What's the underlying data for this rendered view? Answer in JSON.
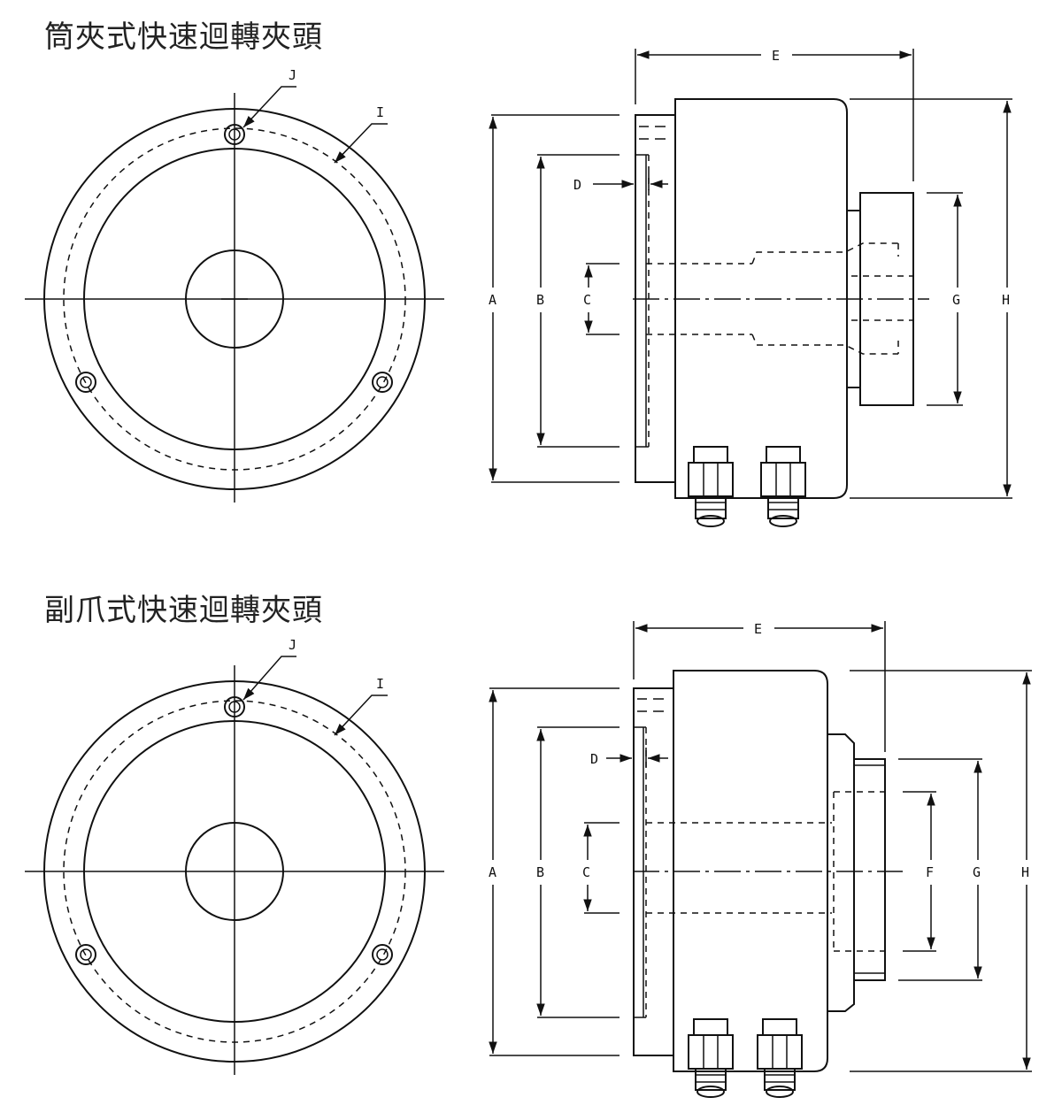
{
  "sections": [
    {
      "title": "筒夾式快速迴轉夾頭",
      "front_labels": {
        "j": "J",
        "i": "I"
      },
      "side_labels": {
        "a": "A",
        "b": "B",
        "c": "C",
        "d": "D",
        "e": "E",
        "g": "G",
        "h": "H"
      }
    },
    {
      "title": "副爪式快速迴轉夾頭",
      "front_labels": {
        "j": "J",
        "i": "I"
      },
      "side_labels": {
        "a": "A",
        "b": "B",
        "c": "C",
        "d": "D",
        "e": "E",
        "f": "F",
        "g": "G",
        "h": "H"
      }
    }
  ]
}
